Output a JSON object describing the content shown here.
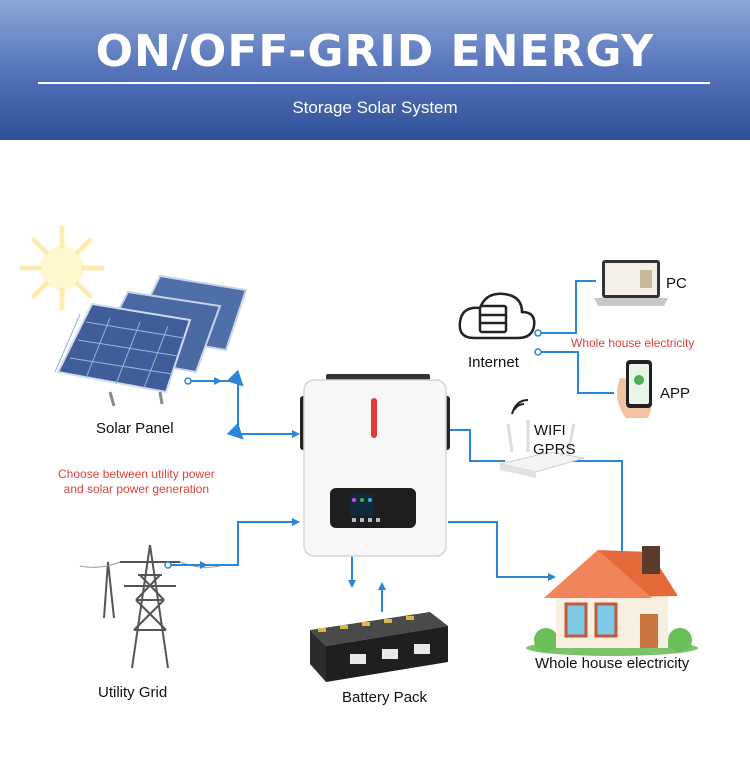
{
  "header": {
    "title": "ON/OFF-GRID ENERGY",
    "subtitle": "Storage Solar System"
  },
  "nodes": {
    "solar_panel": "Solar Panel",
    "utility_grid": "Utility Grid",
    "battery_pack": "Battery Pack",
    "internet": "Internet",
    "pc": "PC",
    "app": "APP",
    "wifi": "WIFI",
    "gprs": "GPRS",
    "house": "Whole house electricity"
  },
  "notes": {
    "choose_line1": "Choose between utility power",
    "choose_line2": "and solar power generation",
    "whole_house_red": "Whole house electricity"
  },
  "colors": {
    "banner_top": "#8fa8d8",
    "banner_bottom": "#2e4f98",
    "connector": "#2a86d8",
    "note_red": "#e0413a",
    "inverter_led": "#e53935",
    "house_roof": "#e46a3c"
  }
}
